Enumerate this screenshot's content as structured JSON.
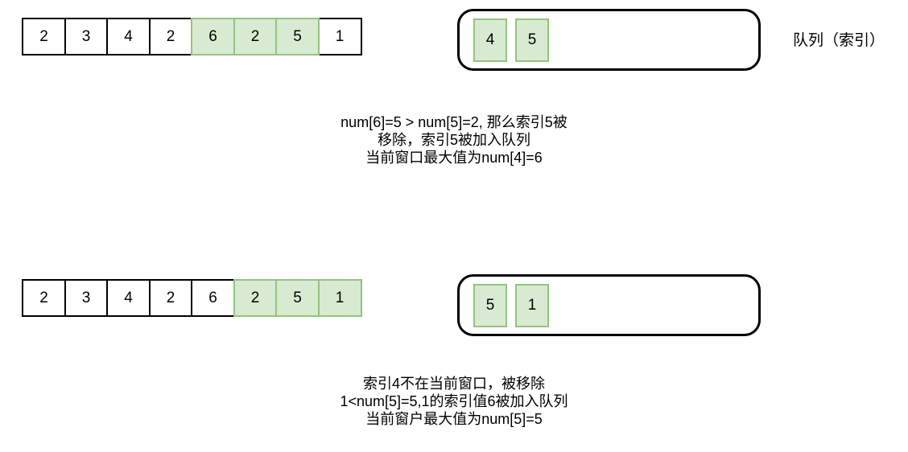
{
  "colors": {
    "highlight_fill": "#d9ead3",
    "highlight_border": "#93c47d",
    "outline": "#000000",
    "background": "#ffffff",
    "text": "#000000"
  },
  "side_label": "队列（索引）",
  "steps": [
    {
      "array": {
        "values": [
          "2",
          "3",
          "4",
          "2",
          "6",
          "2",
          "5",
          "1"
        ],
        "highlighted": [
          false,
          false,
          false,
          false,
          true,
          true,
          true,
          false
        ]
      },
      "queue": {
        "values": [
          "4",
          "5"
        ]
      },
      "caption_lines": [
        "num[6]=5  > num[5]=2, 那么索引5被",
        "移除，索引5被加入队列",
        "当前窗口最大值为num[4]=6"
      ]
    },
    {
      "array": {
        "values": [
          "2",
          "3",
          "4",
          "2",
          "6",
          "2",
          "5",
          "1"
        ],
        "highlighted": [
          false,
          false,
          false,
          false,
          false,
          true,
          true,
          true
        ]
      },
      "queue": {
        "values": [
          "5",
          "1"
        ]
      },
      "caption_lines": [
        "索引4不在当前窗口，被移除",
        "1<num[5]=5,1的索引值6被加入队列",
        "当前窗户最大值为num[5]=5"
      ]
    }
  ]
}
